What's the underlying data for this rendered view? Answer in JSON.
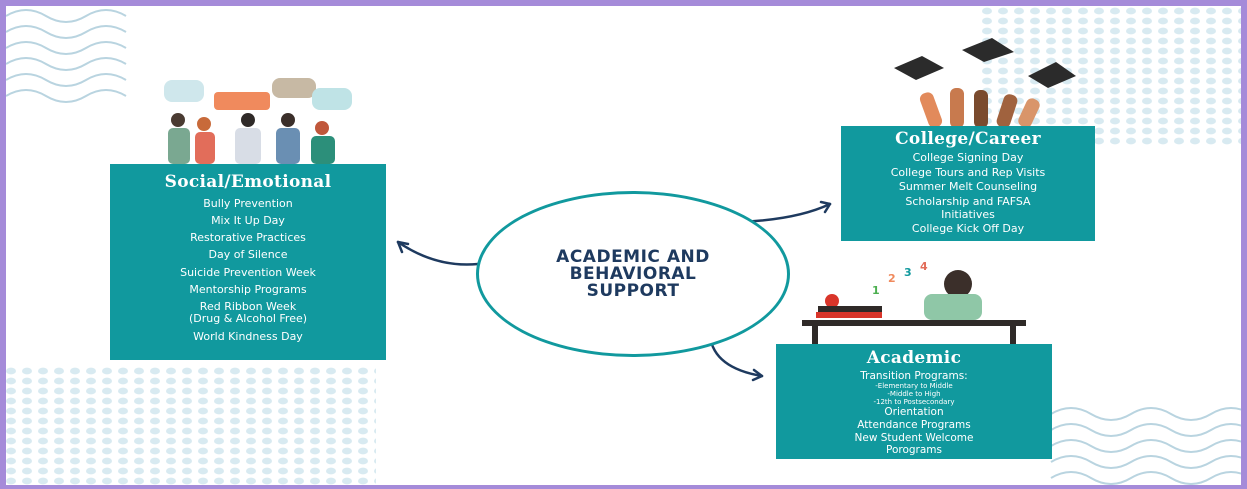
{
  "center": {
    "lines": [
      "ACADEMIC AND",
      "BEHAVIORAL",
      "SUPPORT"
    ]
  },
  "social": {
    "title": "Social/Emotional",
    "items": [
      "Bully Prevention",
      "Mix It Up Day",
      "Restorative Practices",
      "Day of Silence",
      "Suicide Prevention Week",
      "Mentorship Programs",
      "Red Ribbon Week",
      "(Drug & Alcohol Free)",
      "World Kindness Day"
    ]
  },
  "college": {
    "title": "College/Career",
    "items": [
      "College Signing Day",
      "College Tours and Rep Visits",
      "Summer Melt Counseling",
      "Scholarship and FAFSA",
      "Initiatives",
      "College Kick Off Day"
    ]
  },
  "academic": {
    "title": "Academic",
    "transition_title": "Transition Programs:",
    "transition_items": [
      "-Elementary to Middle",
      "-Middle to High",
      "-12th to Postsecondary"
    ],
    "items": [
      "Orientation",
      "Attendance Programs",
      "New Student Welcome",
      "Porograms"
    ]
  },
  "illustration": {
    "numbers": [
      "1",
      "2",
      "3",
      "4"
    ]
  },
  "colors": {
    "panel": "#11999e",
    "ring": "#11999e",
    "title_text": "#1e3a5f",
    "arrow": "#1e3a5f",
    "frame": "#a58bd9"
  }
}
